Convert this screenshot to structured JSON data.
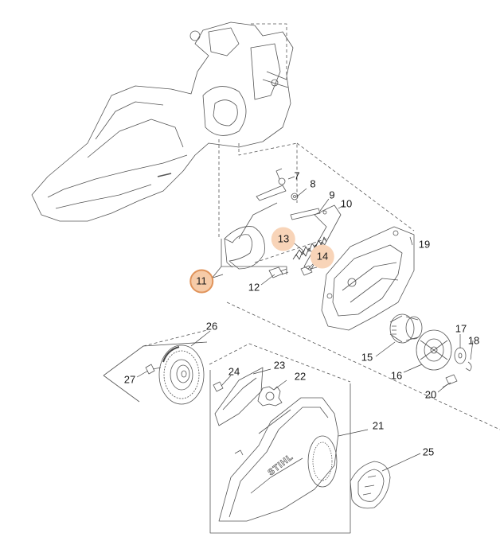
{
  "diagram": {
    "highlight_colors": {
      "ring_fill": "#f6cba8",
      "ring_stroke": "#e0935a",
      "soft_fill": "#f8d4b8"
    },
    "line_color": "#555555",
    "part_numbers": {
      "p7": "7",
      "p8": "8",
      "p9": "9",
      "p10": "10",
      "p11": "11",
      "p12": "12",
      "p13": "13",
      "p14": "14",
      "p15": "15",
      "p16": "16",
      "p17": "17",
      "p18": "18",
      "p19": "19",
      "p20": "20",
      "p21": "21",
      "p22": "22",
      "p23": "23",
      "p24": "24",
      "p25": "25",
      "p26": "26",
      "p27": "27"
    },
    "brand_text": "STIHL"
  }
}
